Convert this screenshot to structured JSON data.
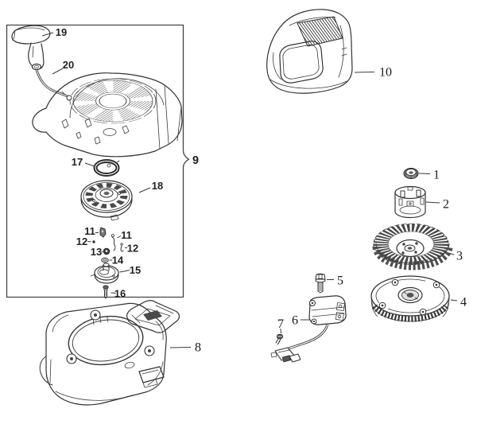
{
  "colors": {
    "line_art": "#333333",
    "label_text": "#1f1f1f",
    "background": "#ffffff",
    "hatch_fill": "#3d3d3d"
  },
  "callouts": {
    "c1": "1",
    "c2": "2",
    "c3": "3",
    "c4": "4",
    "c5": "5",
    "c6": "6",
    "c7": "7",
    "c8": "8",
    "c9": "9",
    "c10": "10",
    "c11a": "11",
    "c11b": "11",
    "c12a": "12",
    "c12b": "12",
    "c13": "13",
    "c14": "14",
    "c15": "15",
    "c16": "16",
    "c17": "17",
    "c18": "18",
    "c19": "19",
    "c20": "20"
  }
}
